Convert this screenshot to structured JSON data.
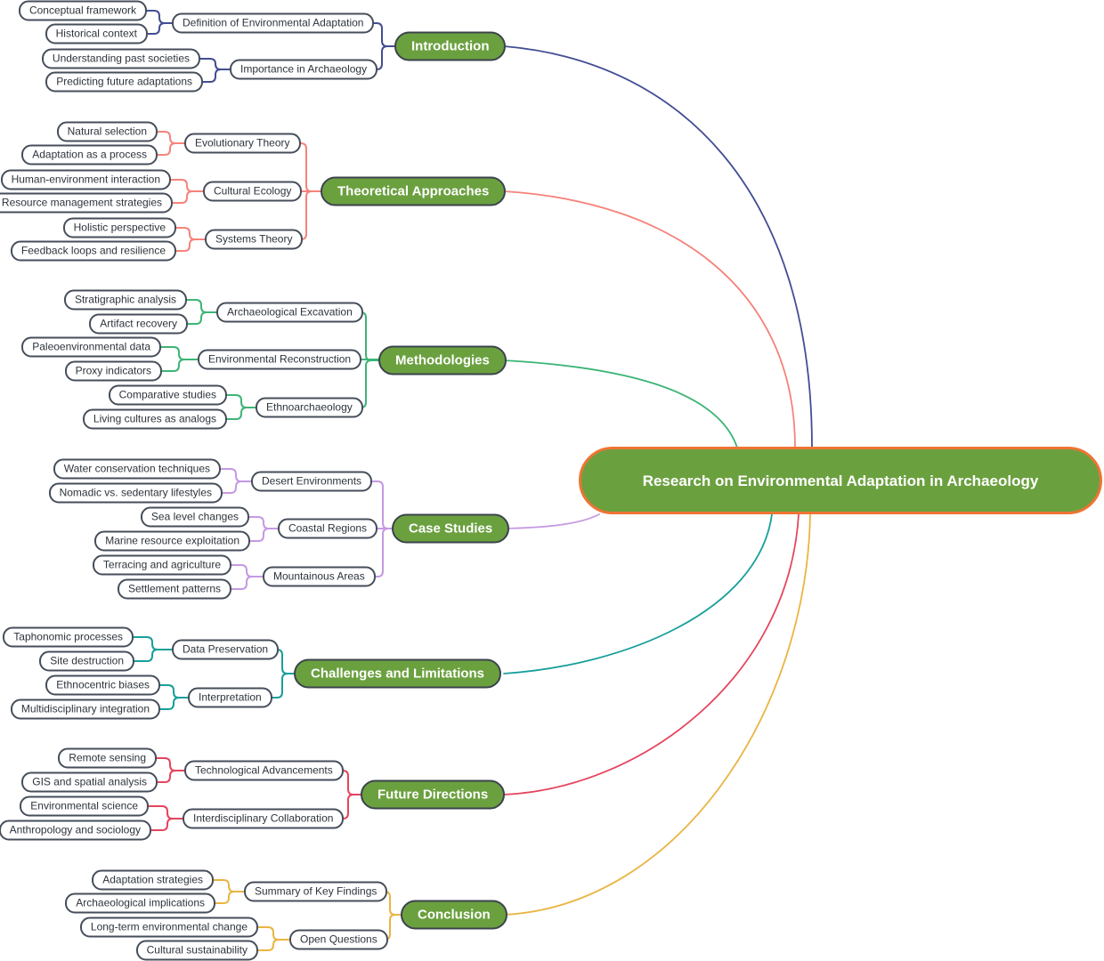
{
  "title": "Research on Environmental Adaptation in Archaeology",
  "palette": {
    "node_green": "#6ba03f",
    "central_border_orange": "#ee7433",
    "node_border_slate": "#454e5a"
  },
  "branches": [
    {
      "label": "Introduction",
      "color": "#434e93",
      "topics": [
        {
          "label": "Definition of Environmental Adaptation",
          "children": [
            "Conceptual framework",
            "Historical context"
          ]
        },
        {
          "label": "Importance in Archaeology",
          "children": [
            "Understanding past societies",
            "Predicting future adaptations"
          ]
        }
      ]
    },
    {
      "label": "Theoretical Approaches",
      "color": "#f5837b",
      "topics": [
        {
          "label": "Evolutionary Theory",
          "children": [
            "Natural selection",
            "Adaptation as a process"
          ]
        },
        {
          "label": "Cultural Ecology",
          "children": [
            "Human-environment interaction",
            "Resource management strategies"
          ]
        },
        {
          "label": "Systems Theory",
          "children": [
            "Holistic perspective",
            "Feedback loops and resilience"
          ]
        }
      ]
    },
    {
      "label": "Methodologies",
      "color": "#3cb576",
      "topics": [
        {
          "label": "Archaeological Excavation",
          "children": [
            "Stratigraphic analysis",
            "Artifact recovery"
          ]
        },
        {
          "label": "Environmental Reconstruction",
          "children": [
            "Paleoenvironmental data",
            "Proxy indicators"
          ]
        },
        {
          "label": "Ethnoarchaeology",
          "children": [
            "Comparative studies",
            "Living cultures as analogs"
          ]
        }
      ]
    },
    {
      "label": "Case Studies",
      "color": "#c699e3",
      "topics": [
        {
          "label": "Desert Environments",
          "children": [
            "Water conservation techniques",
            "Nomadic vs. sedentary lifestyles"
          ]
        },
        {
          "label": "Coastal Regions",
          "children": [
            "Sea level changes",
            "Marine resource exploitation"
          ]
        },
        {
          "label": "Mountainous Areas",
          "children": [
            "Terracing and agriculture",
            "Settlement patterns"
          ]
        }
      ]
    },
    {
      "label": "Challenges and Limitations",
      "color": "#189f9b",
      "topics": [
        {
          "label": "Data Preservation",
          "children": [
            "Taphonomic processes",
            "Site destruction"
          ]
        },
        {
          "label": "Interpretation",
          "children": [
            "Ethnocentric biases",
            "Multidisciplinary integration"
          ]
        }
      ]
    },
    {
      "label": "Future Directions",
      "color": "#e5455e",
      "topics": [
        {
          "label": "Technological Advancements",
          "children": [
            "Remote sensing",
            "GIS and spatial analysis"
          ]
        },
        {
          "label": "Interdisciplinary Collaboration",
          "children": [
            "Environmental science",
            "Anthropology and sociology"
          ]
        }
      ]
    },
    {
      "label": "Conclusion",
      "color": "#e9b543",
      "topics": [
        {
          "label": "Summary of Key Findings",
          "children": [
            "Adaptation strategies",
            "Archaeological implications"
          ]
        },
        {
          "label": "Open Questions",
          "children": [
            "Long-term environmental change",
            "Cultural sustainability"
          ]
        }
      ]
    }
  ]
}
